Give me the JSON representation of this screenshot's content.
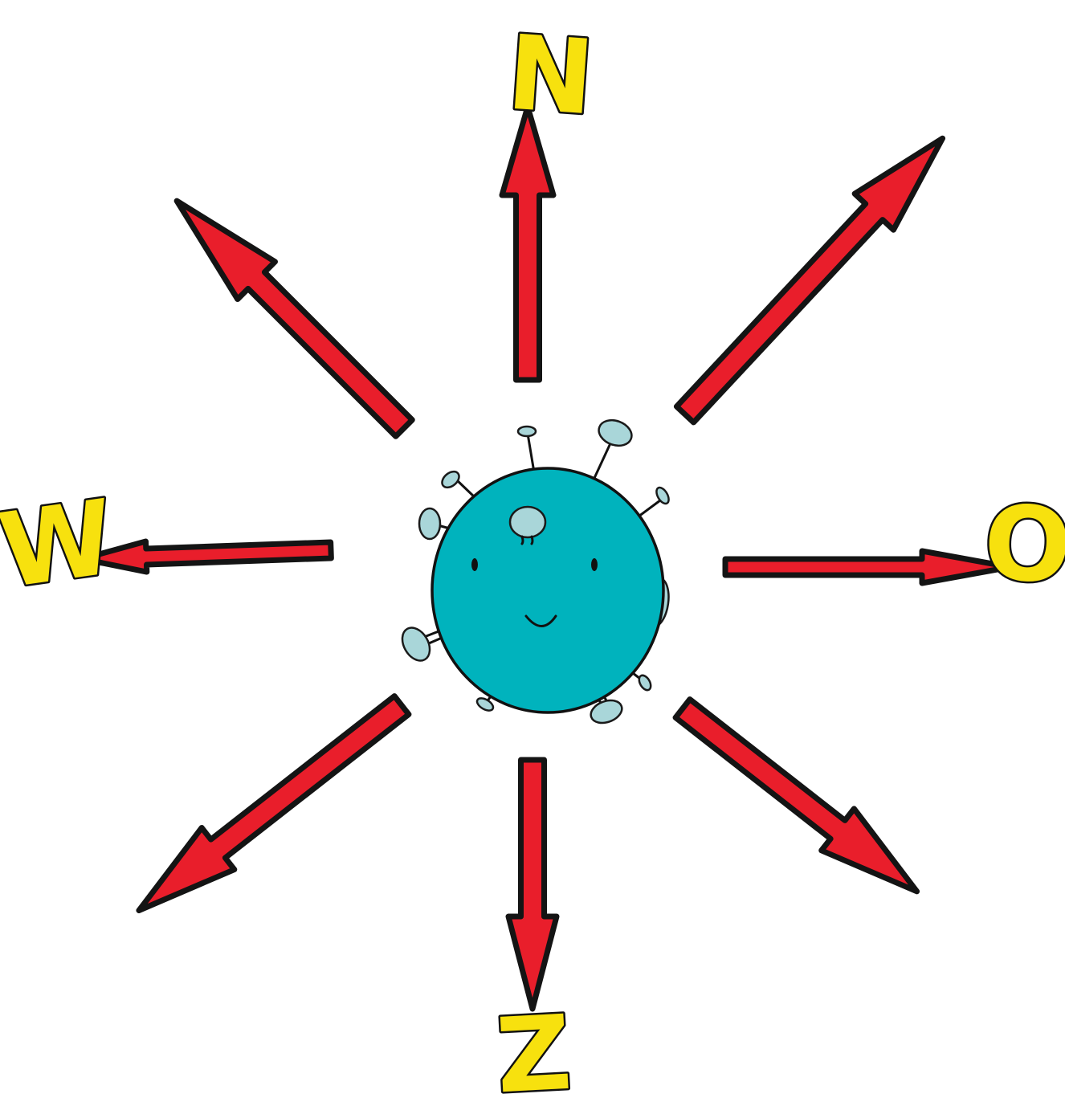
{
  "compass": {
    "north": "N",
    "east": "O",
    "south": "Z",
    "west": "W"
  },
  "colors": {
    "arrow_fill": "#e91e2b",
    "outline": "#141414",
    "letter_fill": "#f7e10e",
    "virus_body": "#00b3bd",
    "virus_spike_head": "#a9d6d9"
  },
  "icons": {
    "center": "virus-icon",
    "arrows": "direction-arrow-icon"
  }
}
